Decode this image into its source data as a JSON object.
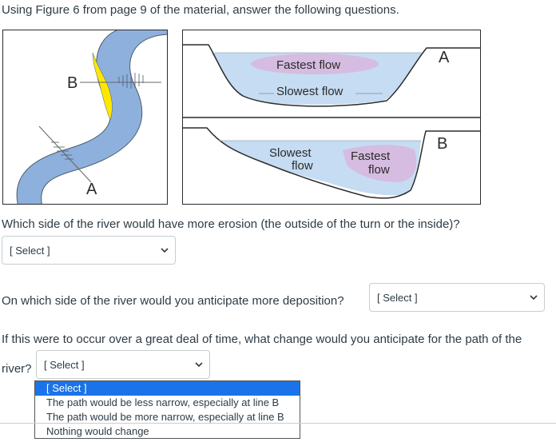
{
  "intro": "Using Figure 6 from page 9 of the material, answer the following questions.",
  "figure": {
    "meander_label_b": "B",
    "meander_label_a": "A",
    "top_section_label": "A",
    "top_fastest": "Fastest flow",
    "top_slowest": "Slowest flow",
    "bottom_section_label": "B",
    "bottom_slowest_l1": "Slowest",
    "bottom_slowest_l2": "flow",
    "bottom_fastest_l1": "Fastest",
    "bottom_fastest_l2": "flow"
  },
  "q1": {
    "text": "Which side of the river would have more erosion (the outside of the turn or the inside)?",
    "select": "[ Select ]"
  },
  "q2": {
    "text": "On which side of the river would you anticipate more deposition?",
    "select": "[ Select ]"
  },
  "q3": {
    "text_line1": "If this were to occur over a great deal of time, what change would you anticipate for the path of the",
    "text_line2": "river?",
    "select": "[ Select ]",
    "options": [
      "[ Select ]",
      "The path would be less narrow, especially at line B",
      "The path would be more narrow, especially at line B",
      "Nothing would change"
    ]
  },
  "colors": {
    "river": "#8eb0dc",
    "water": "#c5dcf2",
    "fast_flow": "#d6bce0",
    "erosion": "#ffe800",
    "highlight": "#1a73e8"
  }
}
